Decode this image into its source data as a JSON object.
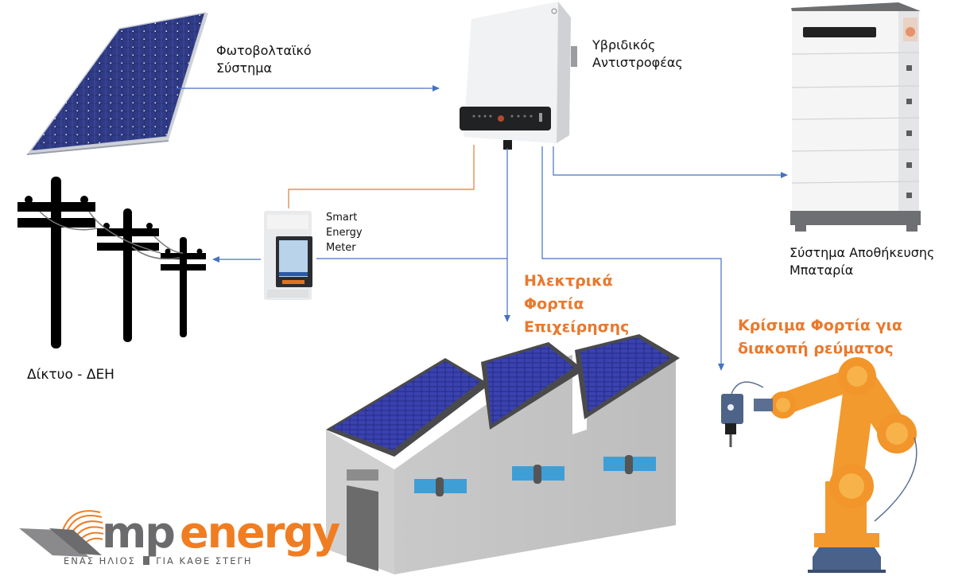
{
  "diagram": {
    "title": "Hybrid PV system with battery storage",
    "nodes": {
      "pv": {
        "label_line1": "Φωτοβολταϊκό",
        "label_line2": "Σύστημα",
        "icon": "solar-panel-icon"
      },
      "inverter": {
        "label_line1": "Υβριδικός",
        "label_line2": "Αντιστροφέας",
        "icon": "hybrid-inverter-icon"
      },
      "battery": {
        "label_line1": "Σύστημα Αποθήκευσης",
        "label_line2": "Μπαταρία",
        "icon": "battery-storage-icon"
      },
      "meter": {
        "label_line1": "Smart",
        "label_line2": "Energy",
        "label_line3": "Meter",
        "icon": "smart-meter-icon"
      },
      "grid": {
        "label": "Δίκτυο - ΔΕΗ",
        "icon": "power-poles-icon"
      },
      "business_loads": {
        "label_line1": "Ηλεκτρικά",
        "label_line2": "Φορτία",
        "label_line3": "Επιχείρησης",
        "icon": "factory-icon"
      },
      "critical_loads": {
        "label_line1": "Κρίσιμα Φορτία για",
        "label_line2": "διακοπή ρεύματος",
        "icon": "robot-arm-icon"
      }
    },
    "edges": [
      {
        "from": "pv",
        "to": "inverter",
        "color": "#4472C4"
      },
      {
        "from": "inverter",
        "to": "meter",
        "color": "#E07B39",
        "type": "communication"
      },
      {
        "from": "inverter",
        "to": "business_loads",
        "color": "#4472C4"
      },
      {
        "from": "meter",
        "to": "grid",
        "color": "#4472C4"
      },
      {
        "from": "inverter",
        "to": "critical_loads",
        "color": "#4472C4"
      },
      {
        "from": "inverter",
        "to": "battery",
        "color": "#4472C4"
      }
    ]
  },
  "brand": {
    "name_part1": "mp",
    "name_part2": "energy",
    "tagline_part1": "ΕΝΑΣ ΗΛΙΟΣ",
    "tagline_part2": "ΓΙΑ ΚΑΘΕ ΣΤΕΓΗ",
    "colors": {
      "orange": "#F07D22",
      "gray": "#6b6b6d"
    }
  },
  "colors": {
    "flow": "#4472C4",
    "comm": "#E07B39",
    "highlight_text": "#E9792E"
  }
}
